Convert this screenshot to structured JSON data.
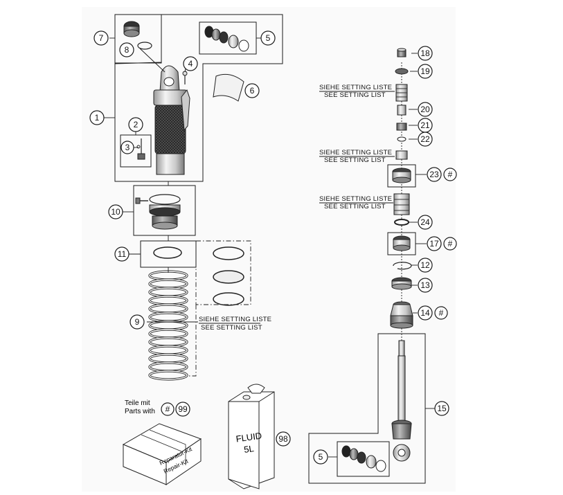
{
  "callouts": {
    "c1": "1",
    "c2": "2",
    "c3": "3",
    "c4": "4",
    "c5a": "5",
    "c5b": "5",
    "c6": "6",
    "c7": "7",
    "c8": "8",
    "c9": "9",
    "c10": "10",
    "c11": "11",
    "c12": "12",
    "c13": "13",
    "c14": "14",
    "c15": "15",
    "c17": "17",
    "c18": "18",
    "c19": "19",
    "c20": "20",
    "c21": "21",
    "c22": "22",
    "c23": "23",
    "c24": "24",
    "c98": "98",
    "c99": "99",
    "hash23": "#",
    "hash17": "#",
    "hash14": "#",
    "hash99": "#"
  },
  "setting_notes": {
    "de": "SIEHE SETTING LISTE",
    "en": "SEE SETTING LIST"
  },
  "parts_with": {
    "line1": "Teile mit",
    "line2": "Parts with"
  },
  "fluid_can": {
    "line1": "FLUID",
    "line2": "5L"
  },
  "repair_kit": {
    "line1": "Reparatur-Kit",
    "line2": "Repair-Kit"
  },
  "colors": {
    "outline": "#1a1a1a",
    "background": "#ffffff"
  }
}
